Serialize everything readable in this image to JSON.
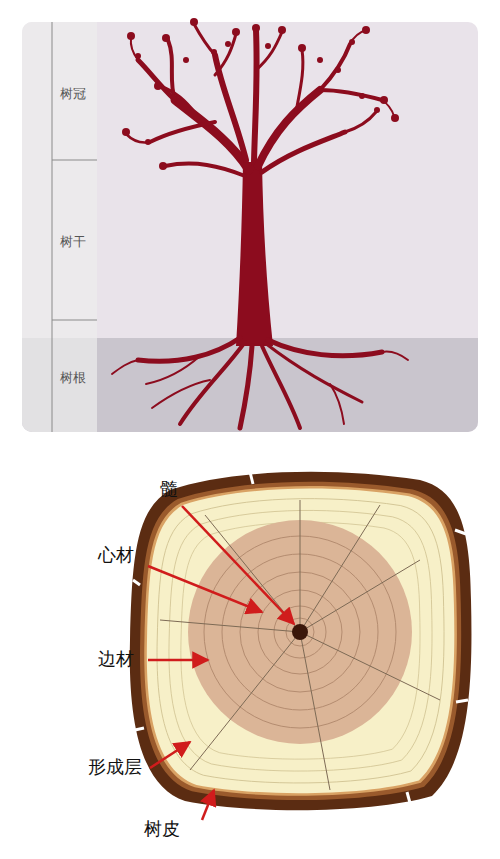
{
  "diagram": {
    "labels": [
      "树冠",
      "树干",
      "树根",
      "髓",
      "心材",
      "边材",
      "形成层",
      "树皮"
    ]
  }
}
